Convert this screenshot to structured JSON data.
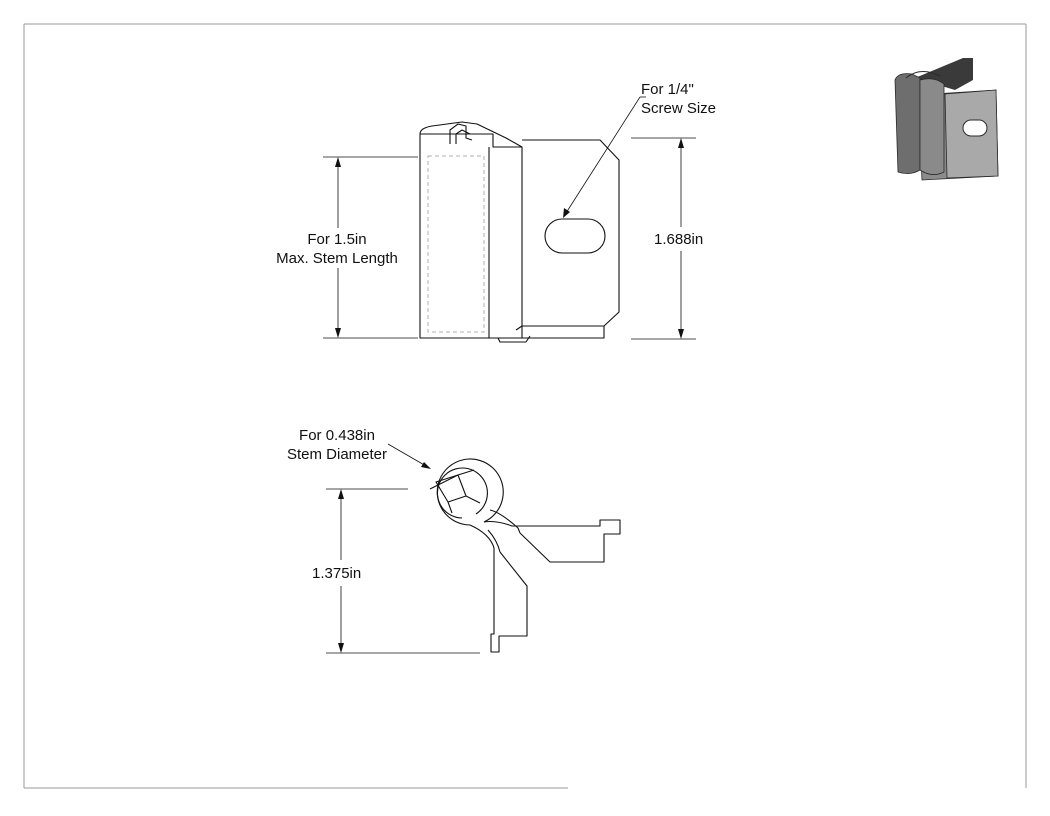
{
  "annotations": {
    "screw_size": {
      "line1": "For 1/4\"",
      "line2": "Screw Size"
    },
    "stem_length": {
      "line1": "For 1.5in",
      "line2": "Max. Stem Length"
    },
    "height_dimension": "1.688in",
    "stem_diameter": {
      "line1": "For 0.438in",
      "line2": "Stem Diameter"
    },
    "depth_dimension": "1.375in"
  },
  "colors": {
    "line": "#111111",
    "border": "#9a9a9a",
    "hidden_line": "#b0b0b0",
    "iso_dark": "#3a3a3a",
    "iso_mid": "#6e6e6e",
    "iso_light": "#a9a9a9"
  },
  "icons": {
    "thumbnail": "bracket-isometric-icon"
  }
}
